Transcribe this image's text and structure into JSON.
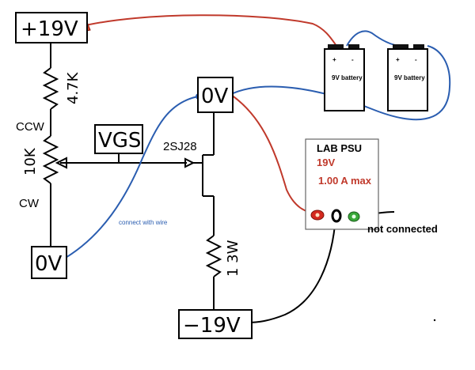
{
  "nodes": {
    "pos19v": "+19V",
    "neg19v": "−19V",
    "gnd_top": "0V",
    "gnd_bottom": "0V",
    "vgs": "VGS"
  },
  "components": {
    "r1": "4.7K",
    "pot": "10K",
    "ccw": "CCW",
    "cw": "CW",
    "mosfet": "2SJ28",
    "r2": "1 3W"
  },
  "battery": {
    "label": "9V battery",
    "plus": "+",
    "minus": "-"
  },
  "psu": {
    "title": "LAB PSU",
    "voltage": "19V",
    "current": "1.00 A max",
    "not_connected": "not connected"
  },
  "annotation": "connect with wire",
  "colors": {
    "red_wire": "#c0392b",
    "blue_wire": "#2a5db0",
    "label_red": "#c0392b",
    "note_blue": "#2a5db0"
  }
}
